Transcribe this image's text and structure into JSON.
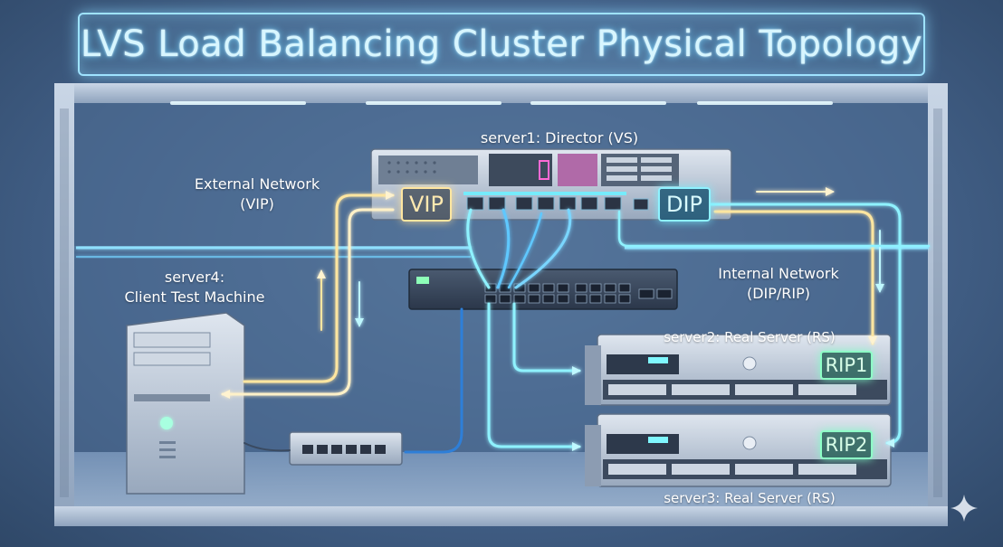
{
  "title": "LVS Load Balancing Cluster Physical Topology",
  "labels": {
    "director": "server1: Director (VS)",
    "external_line1": "External Network",
    "external_line2": "(VIP)",
    "client_line1": "server4:",
    "client_line2": "Client Test Machine",
    "internal_line1": "Internal Network",
    "internal_line2": "(DIP/RIP)",
    "rs1": "server2: Real Server (RS)",
    "rs2": "server3: Real Server (RS)"
  },
  "badges": {
    "vip": "VIP",
    "dip": "DIP",
    "rip1": "RIP1",
    "rip2": "RIP2"
  },
  "colors": {
    "background": "#44628a",
    "title_glow": "#9fe3ff",
    "external_link": "#ffe6a0",
    "internal_link": "#8ff2ff",
    "rip_badge": "#8dffc6"
  }
}
